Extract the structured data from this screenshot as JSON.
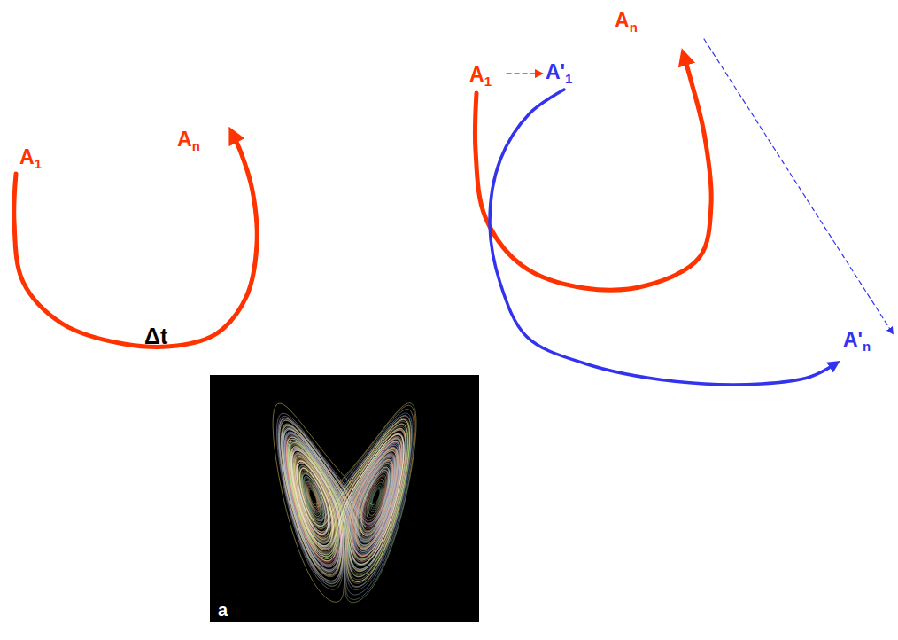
{
  "diagram": {
    "labels": [
      "A1",
      "An",
      "Δt",
      "A1",
      "A'1",
      "An",
      "A'n",
      "a"
    ]
  }
}
